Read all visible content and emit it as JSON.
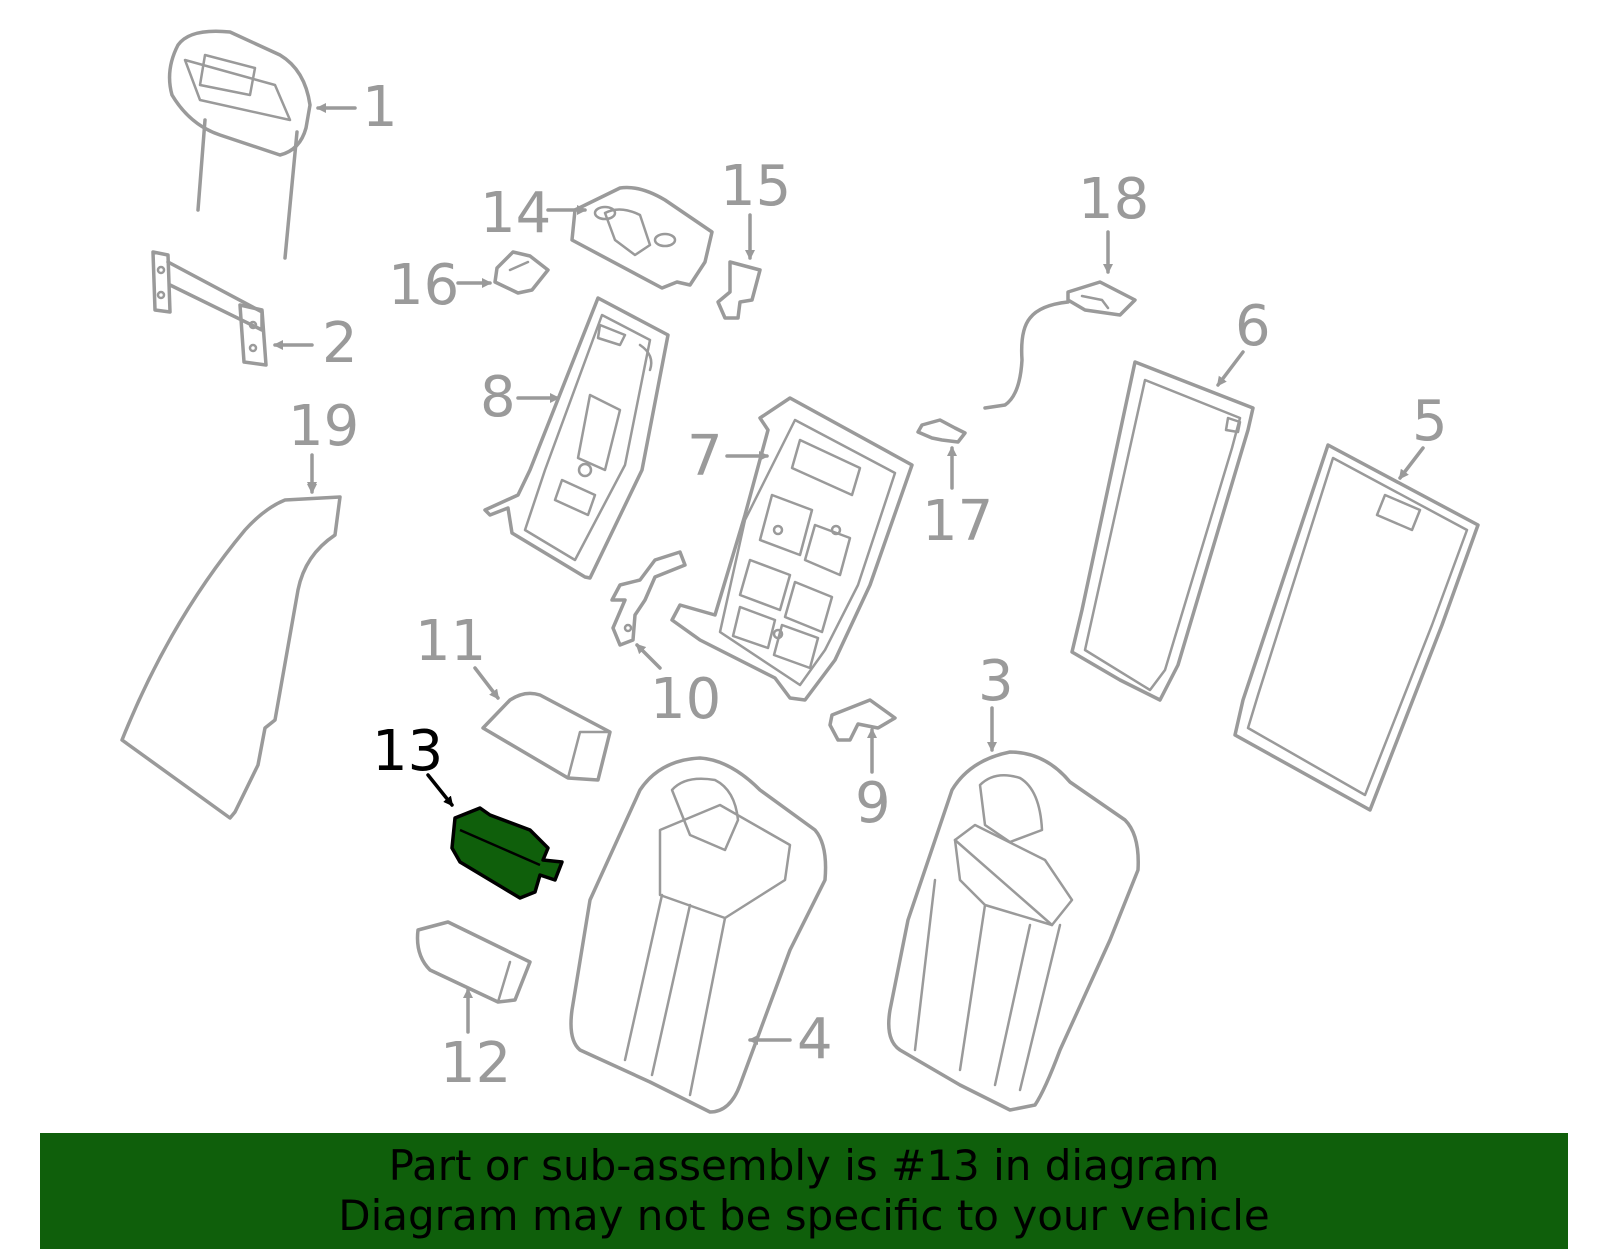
{
  "callouts": {
    "c1": "1",
    "c2": "2",
    "c3": "3",
    "c4": "4",
    "c5": "5",
    "c6": "6",
    "c7": "7",
    "c8": "8",
    "c9": "9",
    "c10": "10",
    "c11": "11",
    "c12": "12",
    "c13": "13",
    "c14": "14",
    "c15": "15",
    "c16": "16",
    "c17": "17",
    "c18": "18",
    "c19": "19"
  },
  "highlighted_part": "13",
  "colors": {
    "highlight": "#0f5f0b",
    "outline": "#9a9a9a",
    "banner_bg": "#0f5f0b",
    "banner_text": "#000000"
  },
  "banner": {
    "line1": "Part or sub-assembly is #13 in diagram",
    "line2": "Diagram may not be specific to your vehicle"
  }
}
